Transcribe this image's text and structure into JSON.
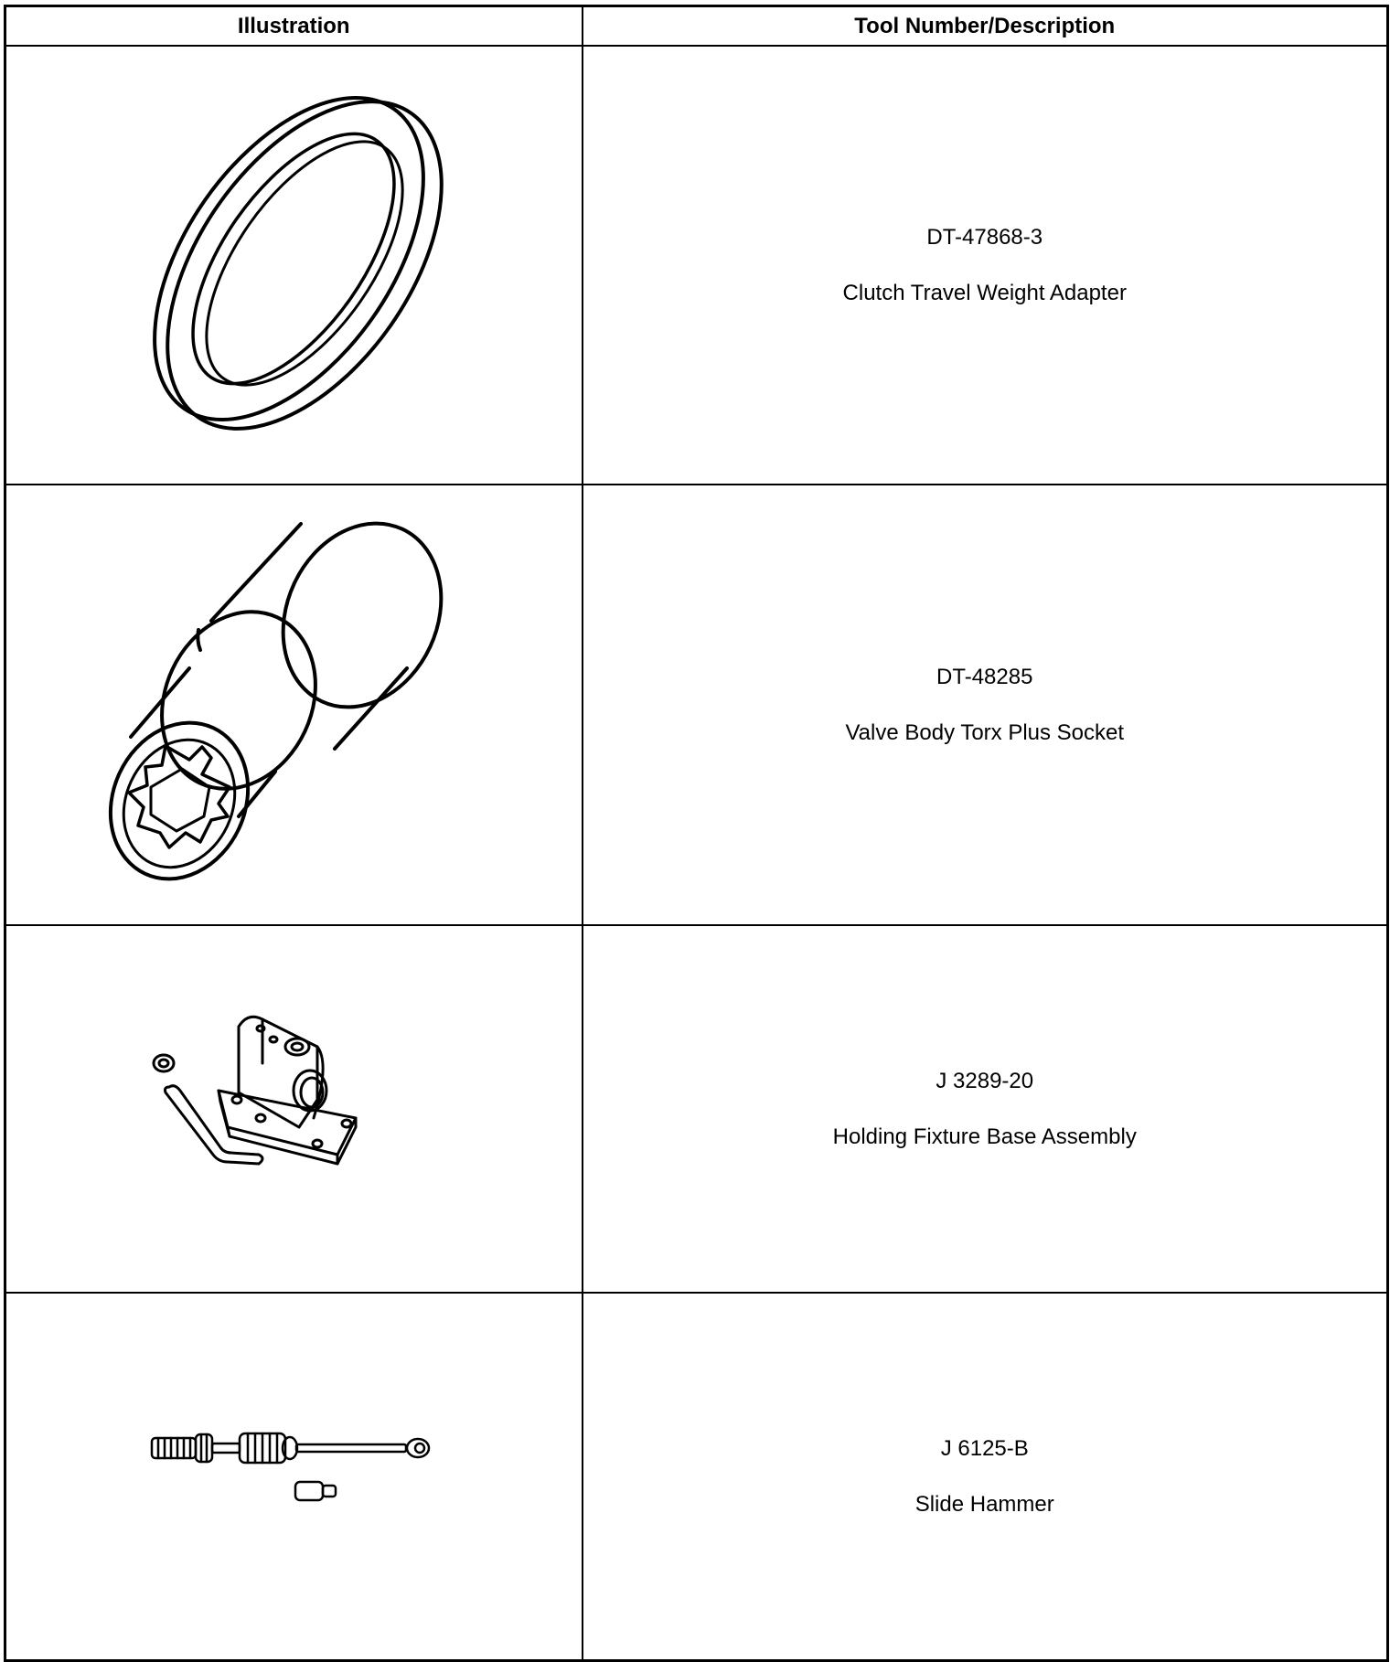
{
  "table": {
    "headers": {
      "illustration": "Illustration",
      "description": "Tool Number/Description"
    },
    "rows": [
      {
        "tool_number": "DT-47868-3",
        "description": "Clutch Travel Weight Adapter",
        "icon": "ring-adapter-icon"
      },
      {
        "tool_number": "DT-48285",
        "description": "Valve Body Torx Plus Socket",
        "icon": "torx-socket-icon"
      },
      {
        "tool_number": "J 3289-20",
        "description": "Holding Fixture Base Assembly",
        "icon": "holding-fixture-icon"
      },
      {
        "tool_number": "J 6125-B",
        "description": "Slide Hammer",
        "icon": "slide-hammer-icon"
      }
    ]
  }
}
